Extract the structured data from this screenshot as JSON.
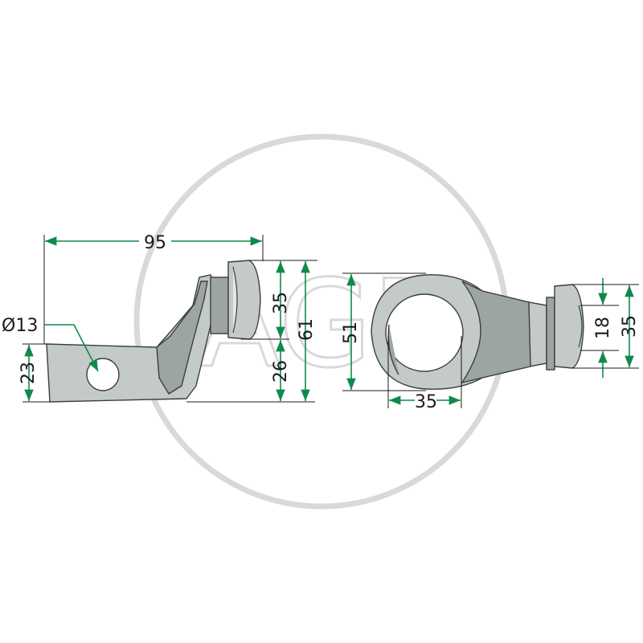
{
  "watermark": {
    "text": "AGP"
  },
  "dimensions": {
    "side_length": "95",
    "hole_diameter": "Ø13",
    "side_height_lower": "23",
    "roller_height": "35",
    "total_height": "61",
    "arm_height": "26",
    "front_ring_height": "51",
    "front_ring_width": "35",
    "front_roller_inner": "18",
    "front_roller_outer": "35"
  },
  "colors": {
    "dimension_line": "#0f8a4a",
    "part_fill": "#c3cac8",
    "watermark": "#d9d9d9"
  }
}
